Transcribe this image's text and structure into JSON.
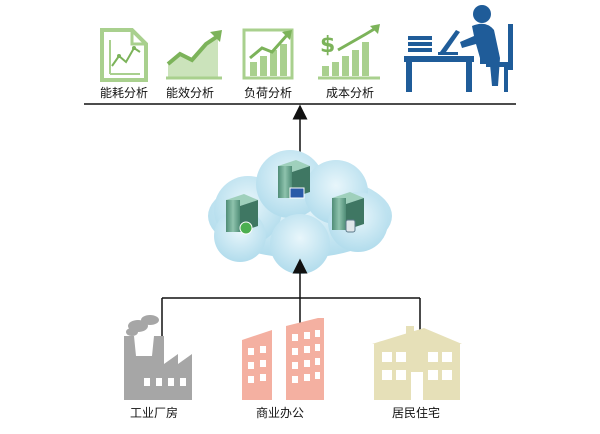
{
  "colors": {
    "analysis_green": "#a9d08e",
    "analysis_green_dark": "#7cb35a",
    "person_blue": "#1f5c99",
    "cloud_blue": "#bfe3f0",
    "server_green": "#5e9e86",
    "factory_gray": "#a6a6a6",
    "office_pink": "#f4b0a1",
    "house_beige": "#e6e0b8",
    "line": "#111111"
  },
  "analysis": {
    "items": [
      {
        "label": "能耗分析",
        "icon": "chart-document-icon"
      },
      {
        "label": "能效分析",
        "icon": "trend-line-icon"
      },
      {
        "label": "负荷分析",
        "icon": "bar-chart-arrow-icon"
      },
      {
        "label": "成本分析",
        "icon": "dollar-growth-icon"
      }
    ],
    "user_icon": "person-at-computer-icon"
  },
  "cloud": {
    "icon": "cloud-servers-icon"
  },
  "sources": {
    "items": [
      {
        "label": "工业厂房",
        "icon": "factory-icon"
      },
      {
        "label": "商业办公",
        "icon": "office-building-icon"
      },
      {
        "label": "居民住宅",
        "icon": "residential-house-icon"
      }
    ]
  }
}
